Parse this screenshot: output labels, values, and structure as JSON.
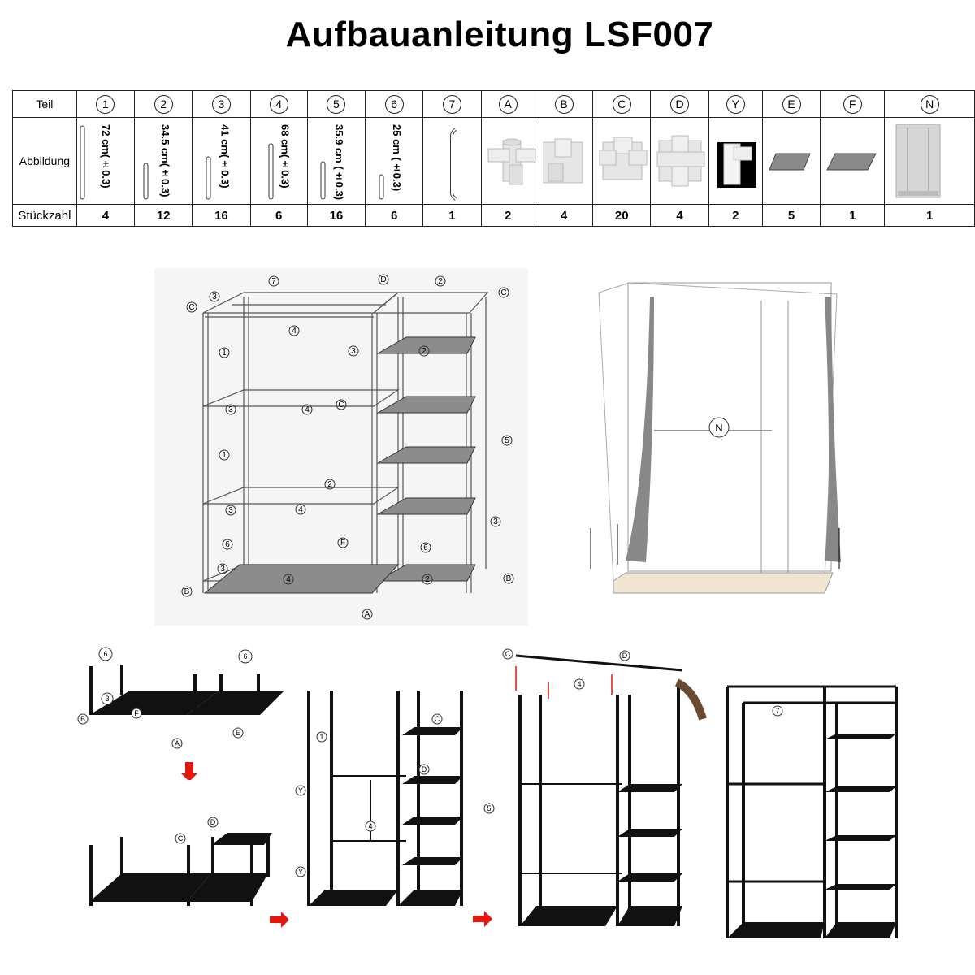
{
  "title": "Aufbauanleitung LSF007",
  "table": {
    "row_labels": {
      "part": "Teil",
      "image": "Abbildung",
      "count": "Stückzahl"
    },
    "parts": [
      {
        "id": "1",
        "length": "72 cm(±0.3)",
        "count": "4"
      },
      {
        "id": "2",
        "length": "34.5 cm(±0.3)",
        "count": "12"
      },
      {
        "id": "3",
        "length": "41 cm(±0.3)",
        "count": "16"
      },
      {
        "id": "4",
        "length": "68 cm(±0.3)",
        "count": "6"
      },
      {
        "id": "5",
        "length": "35.9 cm (±0.3)",
        "count": "16"
      },
      {
        "id": "6",
        "length": "25 cm (±0.3)",
        "count": "6"
      },
      {
        "id": "7",
        "length": "",
        "count": "1"
      },
      {
        "id": "A",
        "length": "",
        "count": "2"
      },
      {
        "id": "B",
        "length": "",
        "count": "4"
      },
      {
        "id": "C",
        "length": "",
        "count": "20"
      },
      {
        "id": "D",
        "length": "",
        "count": "4"
      },
      {
        "id": "Y",
        "length": "",
        "count": "2"
      },
      {
        "id": "E",
        "length": "",
        "count": "5"
      },
      {
        "id": "F",
        "length": "",
        "count": "1"
      },
      {
        "id": "N",
        "length": "",
        "count": "1"
      }
    ]
  },
  "diagram_labels": {
    "p1": "1",
    "p2": "2",
    "p3": "3",
    "p4": "4",
    "p5": "5",
    "p6": "6",
    "p7": "7",
    "A": "A",
    "B": "B",
    "C": "C",
    "D": "D",
    "F": "F",
    "Y": "Y",
    "E": "E",
    "N": "N"
  },
  "colors": {
    "frame_dark": "#111111",
    "shelf_gray": "#9a9a9a",
    "connector": "#e8e8e8",
    "arrow_red": "#e3170d",
    "cover_base": "#f0e6d2"
  }
}
